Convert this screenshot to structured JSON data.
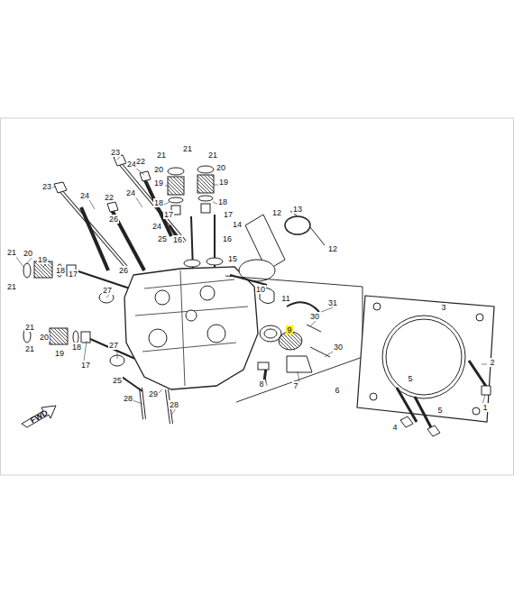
{
  "diagram": {
    "labels": [
      "23",
      "21",
      "21",
      "21",
      "20",
      "20",
      "24",
      "22",
      "19",
      "19",
      "23",
      "24",
      "24",
      "18",
      "18",
      "17",
      "17",
      "22",
      "24",
      "16",
      "16",
      "21",
      "21",
      "20",
      "19",
      "18",
      "17",
      "26",
      "25",
      "26",
      "27",
      "14",
      "12",
      "13",
      "12",
      "15",
      "10",
      "11",
      "31",
      "9",
      "30",
      "30",
      "3",
      "2",
      "1",
      "5",
      "5",
      "4",
      "6",
      "7",
      "8",
      "21",
      "21",
      "20",
      "19",
      "18",
      "17",
      "27",
      "25",
      "29",
      "28",
      "28",
      "FWD"
    ]
  }
}
